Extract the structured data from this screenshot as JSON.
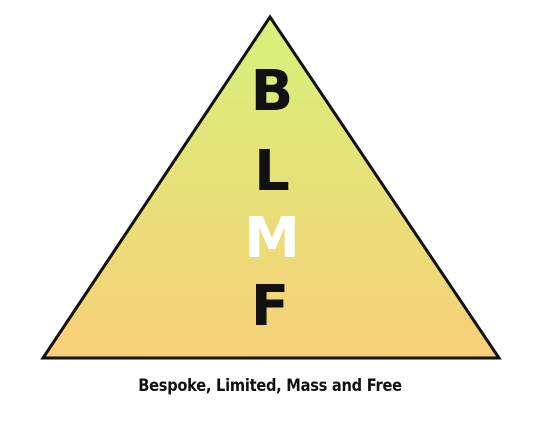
{
  "diagram": {
    "letters": [
      {
        "text": "B",
        "color": "#111111"
      },
      {
        "text": "L",
        "color": "#111111"
      },
      {
        "text": "M",
        "color": "#ffffff"
      },
      {
        "text": "F",
        "color": "#111111"
      }
    ],
    "caption": "Bespoke, Limited, Mass and Free",
    "colors": {
      "gradient_top": "#d6f27a",
      "gradient_bottom": "#f8cf78",
      "outline": "#111111"
    }
  }
}
